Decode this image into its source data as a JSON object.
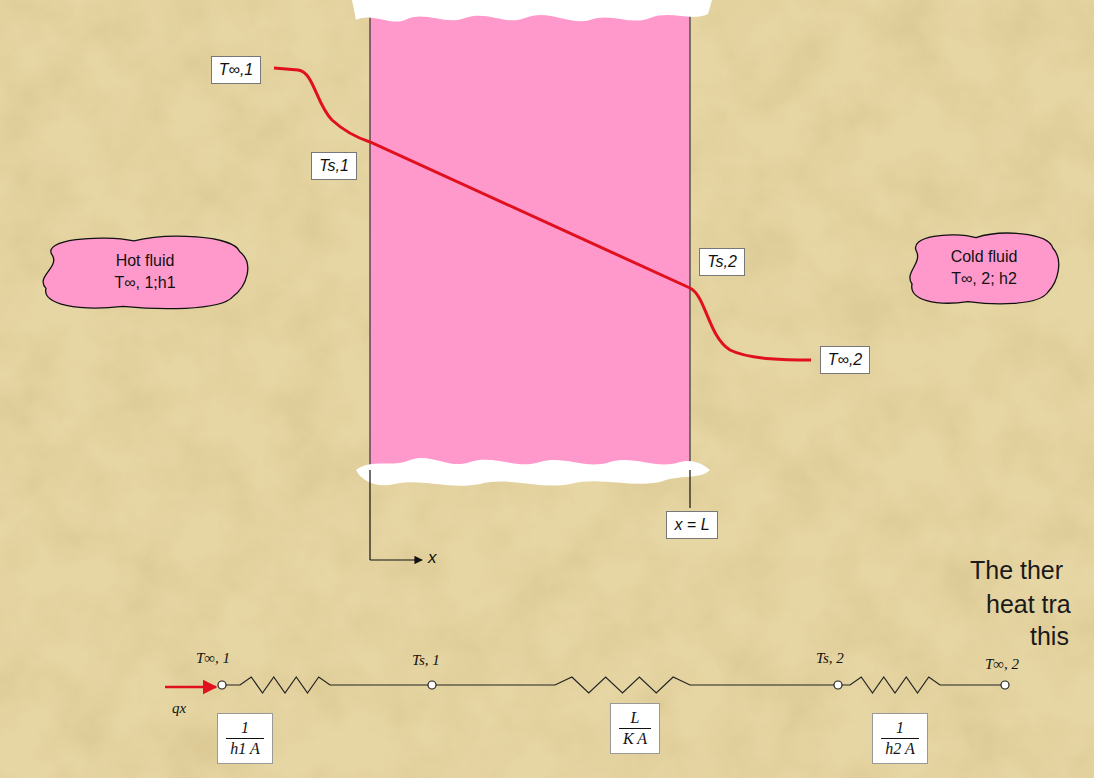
{
  "diagram": {
    "nodes": [
      {
        "text": [
          "T∞,1"
        ]
      },
      {
        "text": [
          "Ts,1"
        ]
      },
      {
        "text": [
          "Hot fluid",
          "T∞, 1;h1"
        ]
      },
      {
        "text": [
          "Cold fluid",
          "T∞, 2; h2"
        ]
      },
      {
        "text": [
          "Ts,2"
        ]
      },
      {
        "text": [
          "T∞,2"
        ]
      },
      {
        "text": [
          "x = L"
        ]
      },
      {
        "text": [
          "1",
          "h1 A"
        ]
      },
      {
        "text": [
          "L",
          "K A"
        ]
      },
      {
        "text": [
          "1",
          "h2 A"
        ]
      }
    ],
    "labels": [
      "x",
      "The ther",
      "heat tra",
      "T∞, 1",
      "Ts, 1",
      "Ts, 2",
      "this",
      "T∞, 2",
      "qx"
    ]
  }
}
